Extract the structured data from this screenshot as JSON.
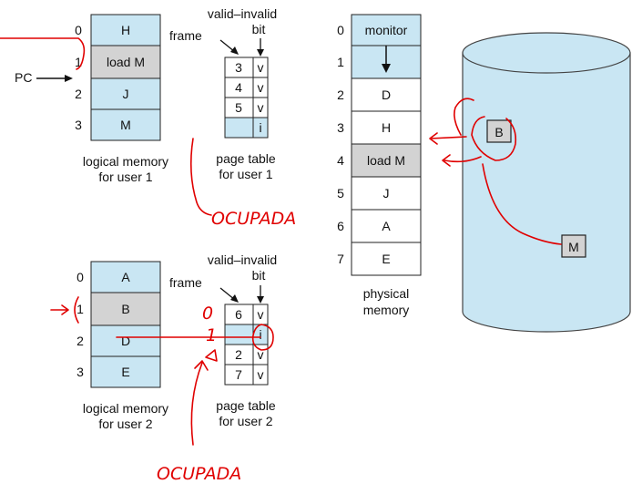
{
  "colors": {
    "cell_blue": "#c9e6f3",
    "cell_gray": "#d3d3d3",
    "cell_white": "#ffffff",
    "disk_fill": "#c9e6f3",
    "annotation_red": "#e00000"
  },
  "user1": {
    "indices": [
      "0",
      "1",
      "2",
      "3"
    ],
    "cells": [
      "H",
      "load M",
      "J",
      "M"
    ],
    "pc_label": "PC",
    "caption_line1": "logical memory",
    "caption_line2": "for user 1"
  },
  "page_table1": {
    "vib_line1": "valid–invalid",
    "vib_line2": "bit",
    "frame_label": "frame",
    "frames": [
      "3",
      "4",
      "5",
      ""
    ],
    "bits": [
      "v",
      "v",
      "v",
      "i"
    ],
    "caption_line1": "page table",
    "caption_line2": "for user 1"
  },
  "user2": {
    "indices": [
      "0",
      "1",
      "2",
      "3"
    ],
    "cells": [
      "A",
      "B",
      "D",
      "E"
    ],
    "caption_line1": "logical memory",
    "caption_line2": "for user 2"
  },
  "page_table2": {
    "vib_line1": "valid–invalid",
    "vib_line2": "bit",
    "frame_label": "frame",
    "frames": [
      "6",
      "",
      "2",
      "7"
    ],
    "bits": [
      "v",
      "i",
      "v",
      "v"
    ],
    "caption_line1": "page table",
    "caption_line2": "for user 2"
  },
  "physical": {
    "indices": [
      "0",
      "1",
      "2",
      "3",
      "4",
      "5",
      "6",
      "7"
    ],
    "cells": [
      "monitor",
      "",
      "D",
      "H",
      "load M",
      "J",
      "A",
      "E"
    ],
    "caption_line1": "physical",
    "caption_line2": "memory"
  },
  "disk": {
    "page_b": "B",
    "page_m": "M"
  },
  "handwriting": {
    "note1": "OCUPADA",
    "note2": "OCUPADA",
    "mark_zero": "0",
    "mark_one": "1"
  }
}
